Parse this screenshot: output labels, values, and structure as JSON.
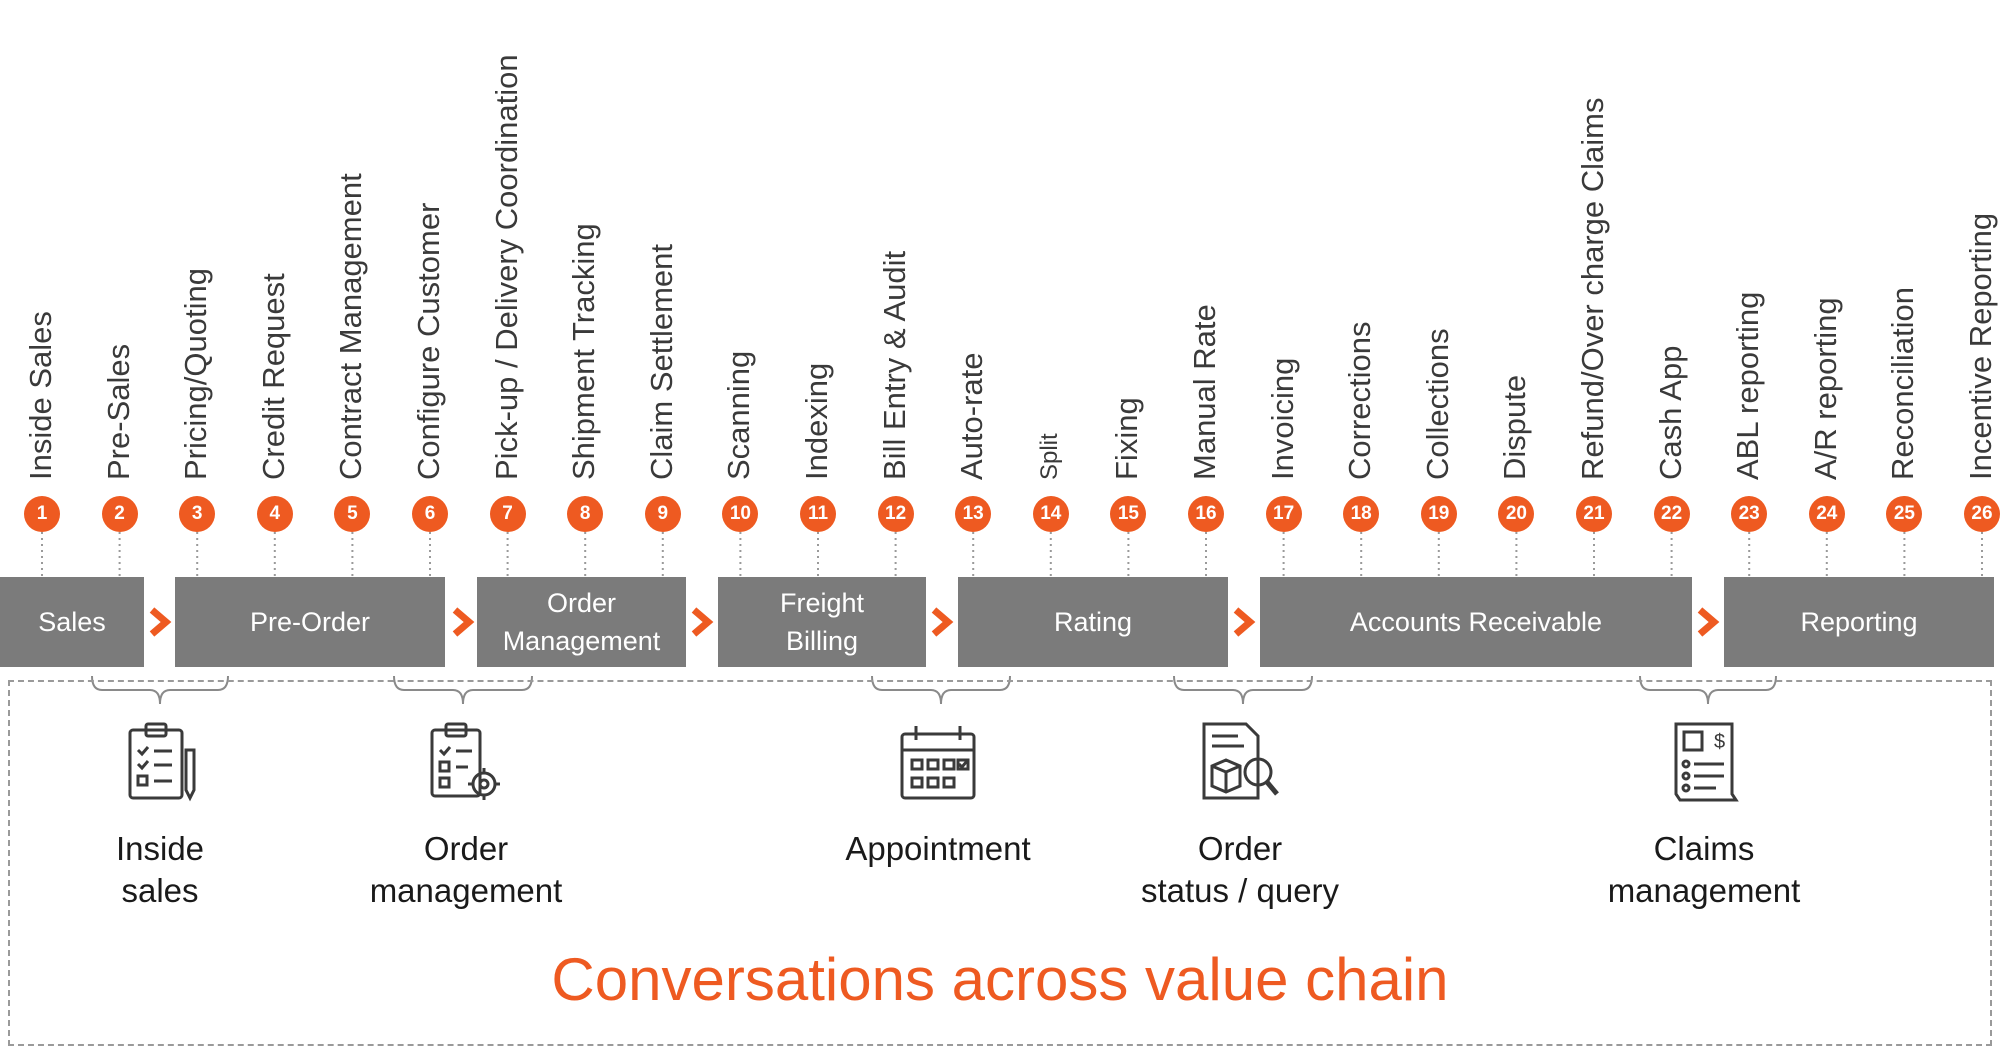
{
  "colors": {
    "accent": "#ee5a21",
    "stage_box": "#7b7b7b",
    "text": "#3a3a3a",
    "dashed_frame": "#9a9a9a"
  },
  "steps": [
    {
      "number": "1",
      "label": "Inside Sales"
    },
    {
      "number": "2",
      "label": "Pre-Sales"
    },
    {
      "number": "3",
      "label": "Pricing/Quoting"
    },
    {
      "number": "4",
      "label": "Credit Request"
    },
    {
      "number": "5",
      "label": "Contract Management"
    },
    {
      "number": "6",
      "label": "Configure Customer"
    },
    {
      "number": "7",
      "label": "Pick-up / Delivery Coordination"
    },
    {
      "number": "8",
      "label": "Shipment Tracking"
    },
    {
      "number": "9",
      "label": "Claim Settlement"
    },
    {
      "number": "10",
      "label": "Scanning"
    },
    {
      "number": "11",
      "label": "Indexing"
    },
    {
      "number": "12",
      "label": "Bill Entry & Audit"
    },
    {
      "number": "13",
      "label": "Auto-rate"
    },
    {
      "number": "14",
      "label": "Split"
    },
    {
      "number": "15",
      "label": "Fixing"
    },
    {
      "number": "16",
      "label": "Manual Rate"
    },
    {
      "number": "17",
      "label": "Invoicing"
    },
    {
      "number": "18",
      "label": "Corrections"
    },
    {
      "number": "19",
      "label": "Collections"
    },
    {
      "number": "20",
      "label": "Dispute"
    },
    {
      "number": "21",
      "label": "Refund/Over charge Claims"
    },
    {
      "number": "22",
      "label": "Cash App"
    },
    {
      "number": "23",
      "label": "ABL reporting"
    },
    {
      "number": "24",
      "label": "A/R reporting"
    },
    {
      "number": "25",
      "label": "Reconciliation"
    },
    {
      "number": "26",
      "label": "Incentive Reporting"
    }
  ],
  "stages": [
    {
      "line1": "Sales",
      "line2": ""
    },
    {
      "line1": "Pre-Order",
      "line2": ""
    },
    {
      "line1": "Order",
      "line2": "Management"
    },
    {
      "line1": "Freight",
      "line2": "Billing"
    },
    {
      "line1": "Rating",
      "line2": ""
    },
    {
      "line1": "Accounts Receivable",
      "line2": ""
    },
    {
      "line1": "Reporting",
      "line2": ""
    }
  ],
  "conversations": [
    {
      "icon": "clipboard-checklist-pencil-icon",
      "line1": "Inside",
      "line2": "sales"
    },
    {
      "icon": "clipboard-checklist-gear-icon",
      "line1": "Order",
      "line2": "management"
    },
    {
      "icon": "calendar-icon",
      "line1": "Appointment",
      "line2": ""
    },
    {
      "icon": "document-package-search-icon",
      "line1": "Order",
      "line2": "status / query"
    },
    {
      "icon": "receipt-dollar-icon",
      "line1": "Claims",
      "line2": "management"
    }
  ],
  "footer": "Conversations across value chain"
}
